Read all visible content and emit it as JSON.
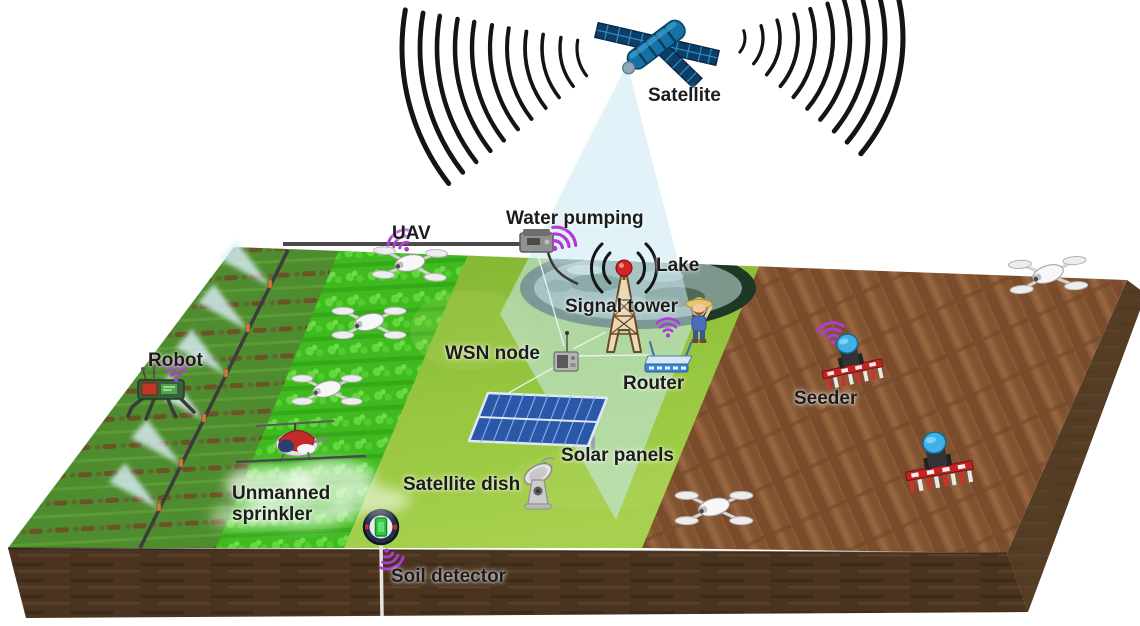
{
  "diagram": {
    "type": "smart-agriculture-iot-network-diagram",
    "labels": {
      "satellite": "Satellite",
      "uav": "UAV",
      "water_pumping": "Water pumping",
      "lake": "Lake",
      "signal_tower": "Signal tower",
      "wsn_node": "WSN node",
      "router": "Router",
      "robot": "Robot",
      "unmanned_sprinkler": "Unmanned sprinkler",
      "satellite_dish": "Satellite dish",
      "solar_panels": "Solar panels",
      "soil_detector": "Soil detector",
      "seeder": "Seeder"
    },
    "icons": {
      "satellite": "satellite-with-solar-wings",
      "signal_waves": "concentric-arc-radio-waves",
      "beam": "light-blue-downlink-cone",
      "uav": "white-quadcopter-drone",
      "wifi": "purple-wifi-signal",
      "water_pump": "grey-pump-box-with-hose",
      "signal_tower": "lattice-tower-with-red-beacon",
      "router": "blue-wireless-router",
      "wsn_node": "sensor-box-with-antenna",
      "farmer": "farmer-with-straw-hat",
      "solar_panels": "tilted-blue-panel-array",
      "satellite_dish": "grey-parabolic-dish",
      "soil_detector": "round-probe-on-white-stake",
      "robot": "four-legged-field-robot",
      "unmanned_sprinkler": "spraying-helicopter-drone",
      "seeder": "blue-tractor-with-red-seeder-bar",
      "lake": "pond",
      "sprinklers": "irrigation-line-with-spray-cones"
    },
    "counts": {
      "uav_drones": 5,
      "seeder_tractors": 2,
      "sprinkler_heads": 6
    },
    "colors": {
      "wifi_purple": "#b03ad6",
      "beam_cyan": "#c9eaf3",
      "crop_bright_green": "#3fbb20",
      "crop_row_green": "#4f8c2f",
      "grass_green": "#95c53e",
      "tilled_brown": "#8a5a38",
      "soil_face_dark": "#4a3420",
      "solar_blue": "#2a57a8",
      "tower_beacon_red": "#d32424",
      "satellite_blue": "#0d3e68",
      "wave_black": "#141414"
    }
  }
}
